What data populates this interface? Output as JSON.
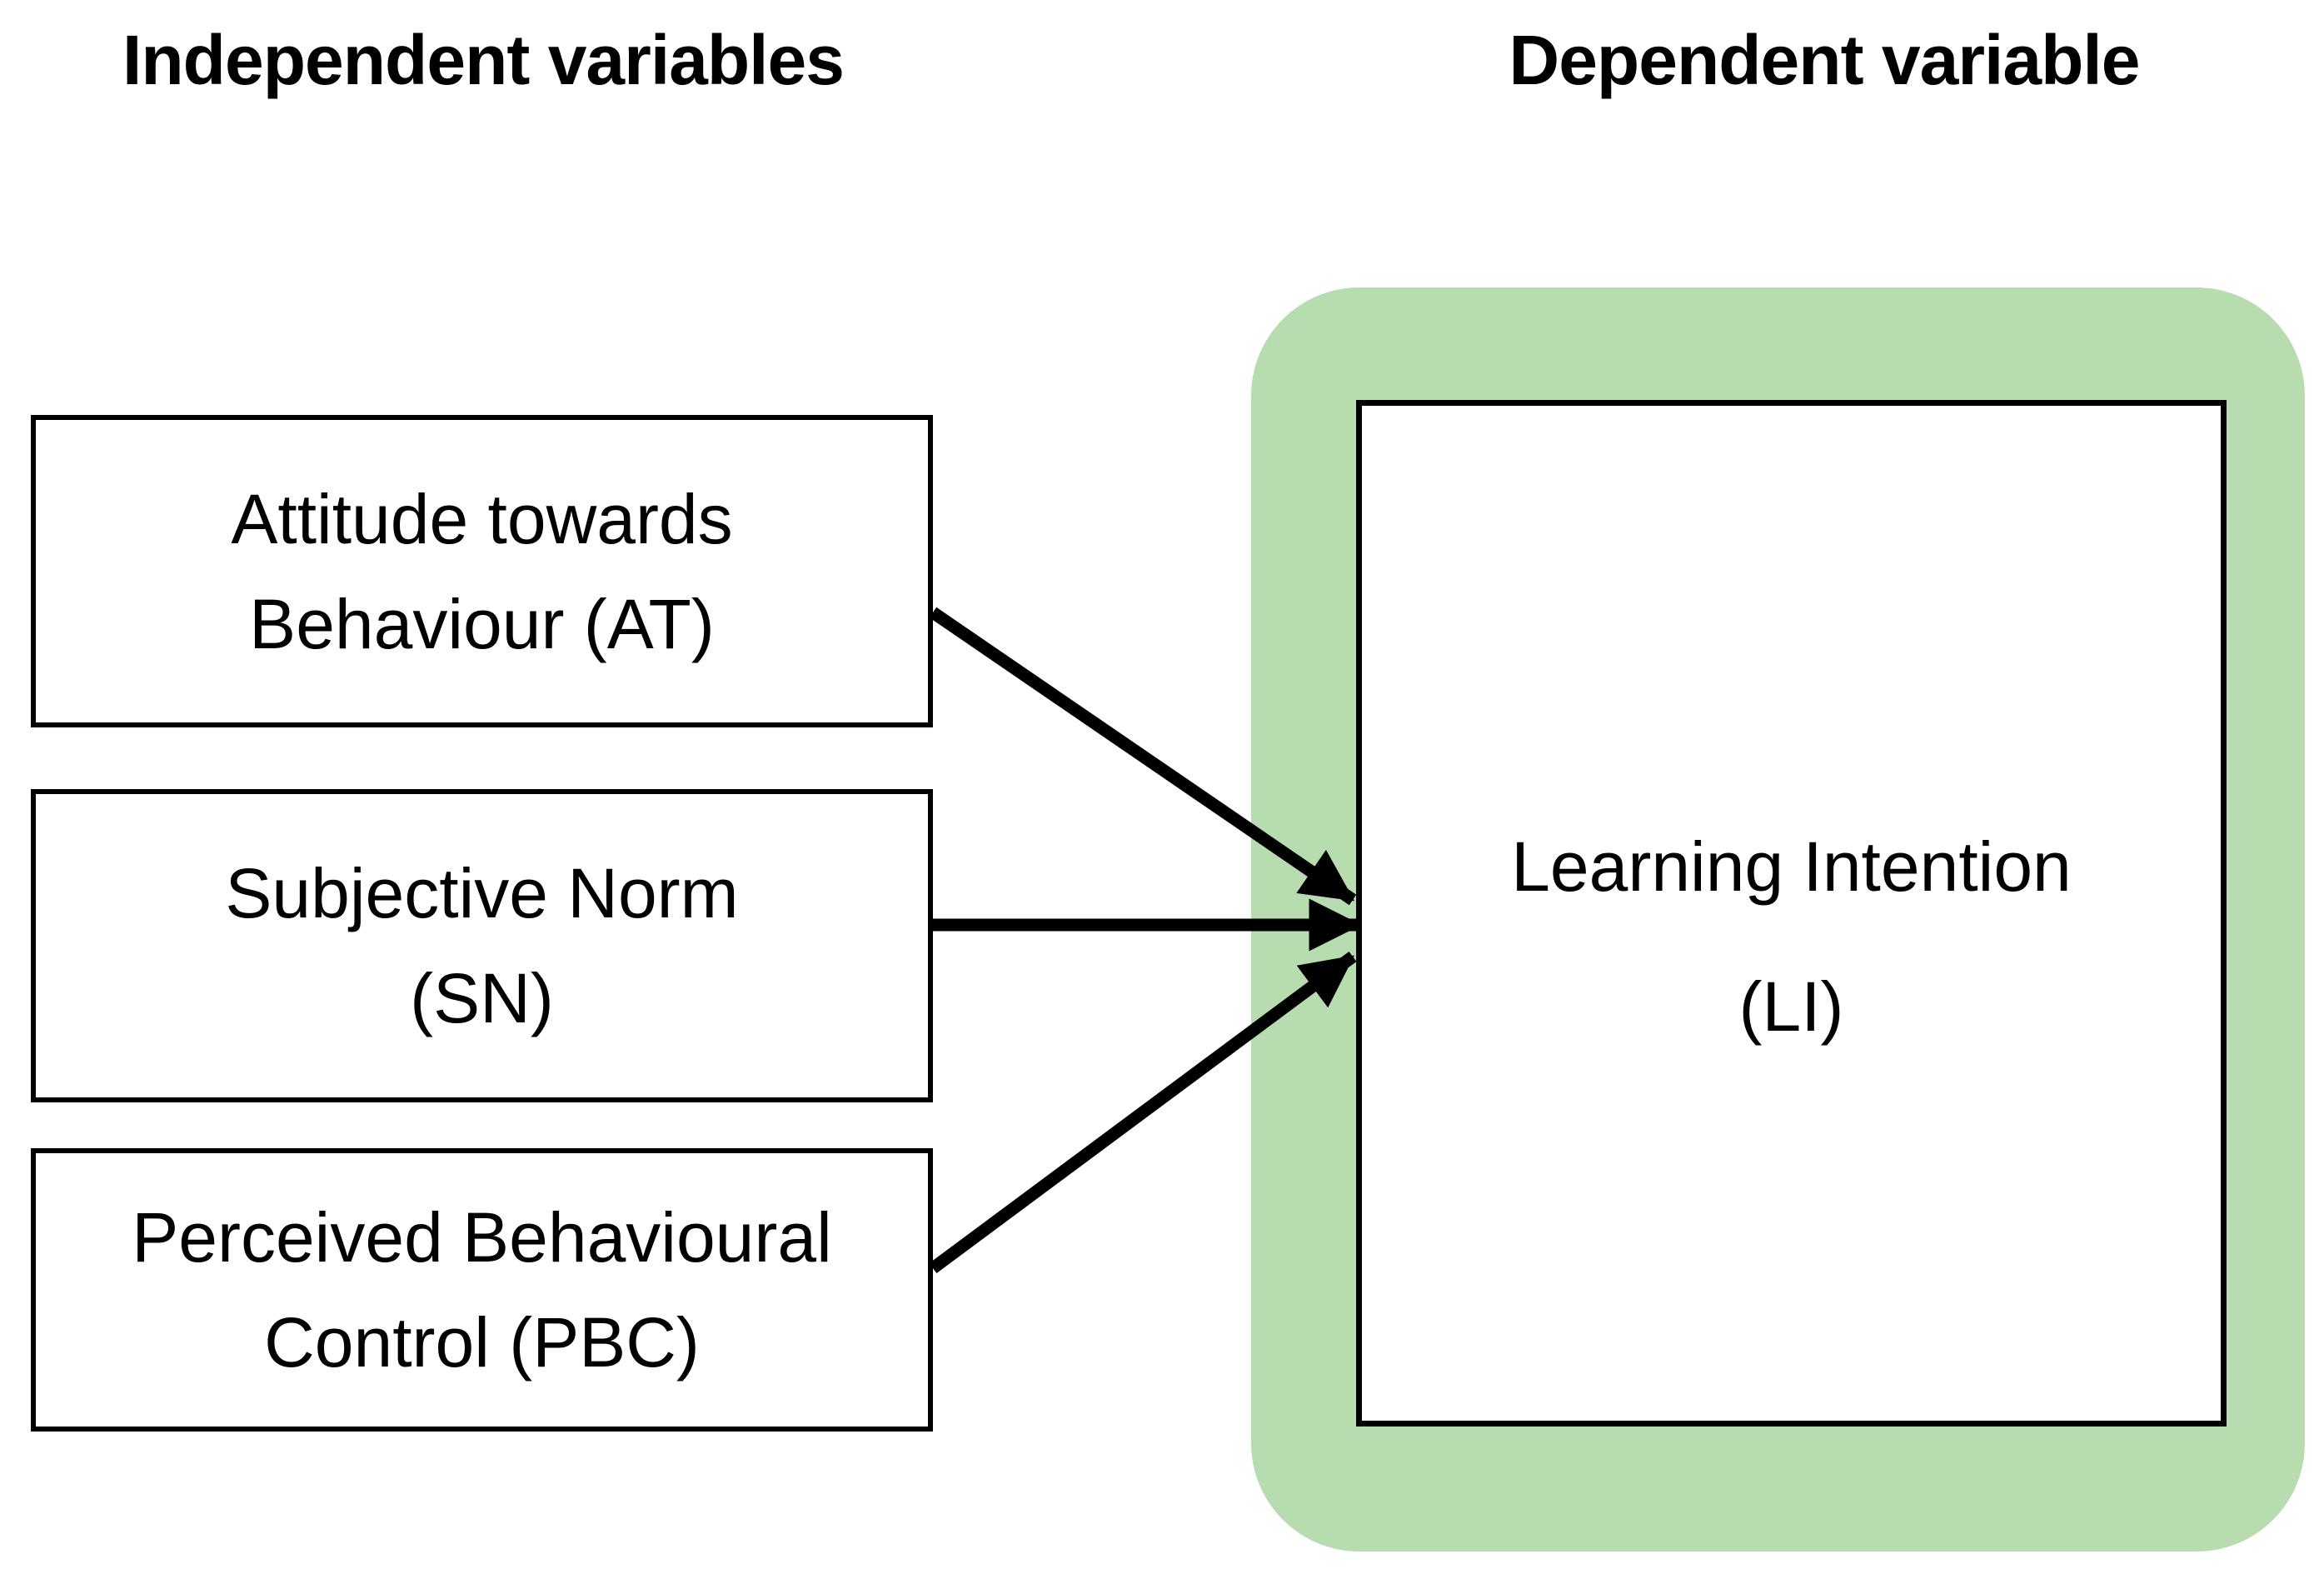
{
  "figure": {
    "title_left": "Independent variables",
    "title_right": "Dependent variable",
    "independent_variables": [
      {
        "abbr": "AT",
        "name": "Attitude towards Behaviour",
        "lines": [
          "Attitude towards",
          "Behaviour (AT)"
        ]
      },
      {
        "abbr": "SN",
        "name": "Subjective Norm",
        "lines": [
          "Subjective Norm",
          "(SN)"
        ]
      },
      {
        "abbr": "PBC",
        "name": "Perceived Behavioural Control",
        "lines": [
          "Perceived Behavioural",
          "Control (PBC)"
        ]
      }
    ],
    "dependent_variable": {
      "abbr": "LI",
      "name": "Learning Intention",
      "lines": [
        "Learning Intention",
        "(LI)"
      ]
    },
    "relationships": [
      {
        "from": "AT",
        "to": "LI"
      },
      {
        "from": "SN",
        "to": "LI"
      },
      {
        "from": "PBC",
        "to": "LI"
      }
    ],
    "colors": {
      "background": "#ffffff",
      "text": "#000000",
      "box_border": "#000000",
      "arrow": "#000000",
      "highlight_panel": "#b7dcb0"
    }
  }
}
